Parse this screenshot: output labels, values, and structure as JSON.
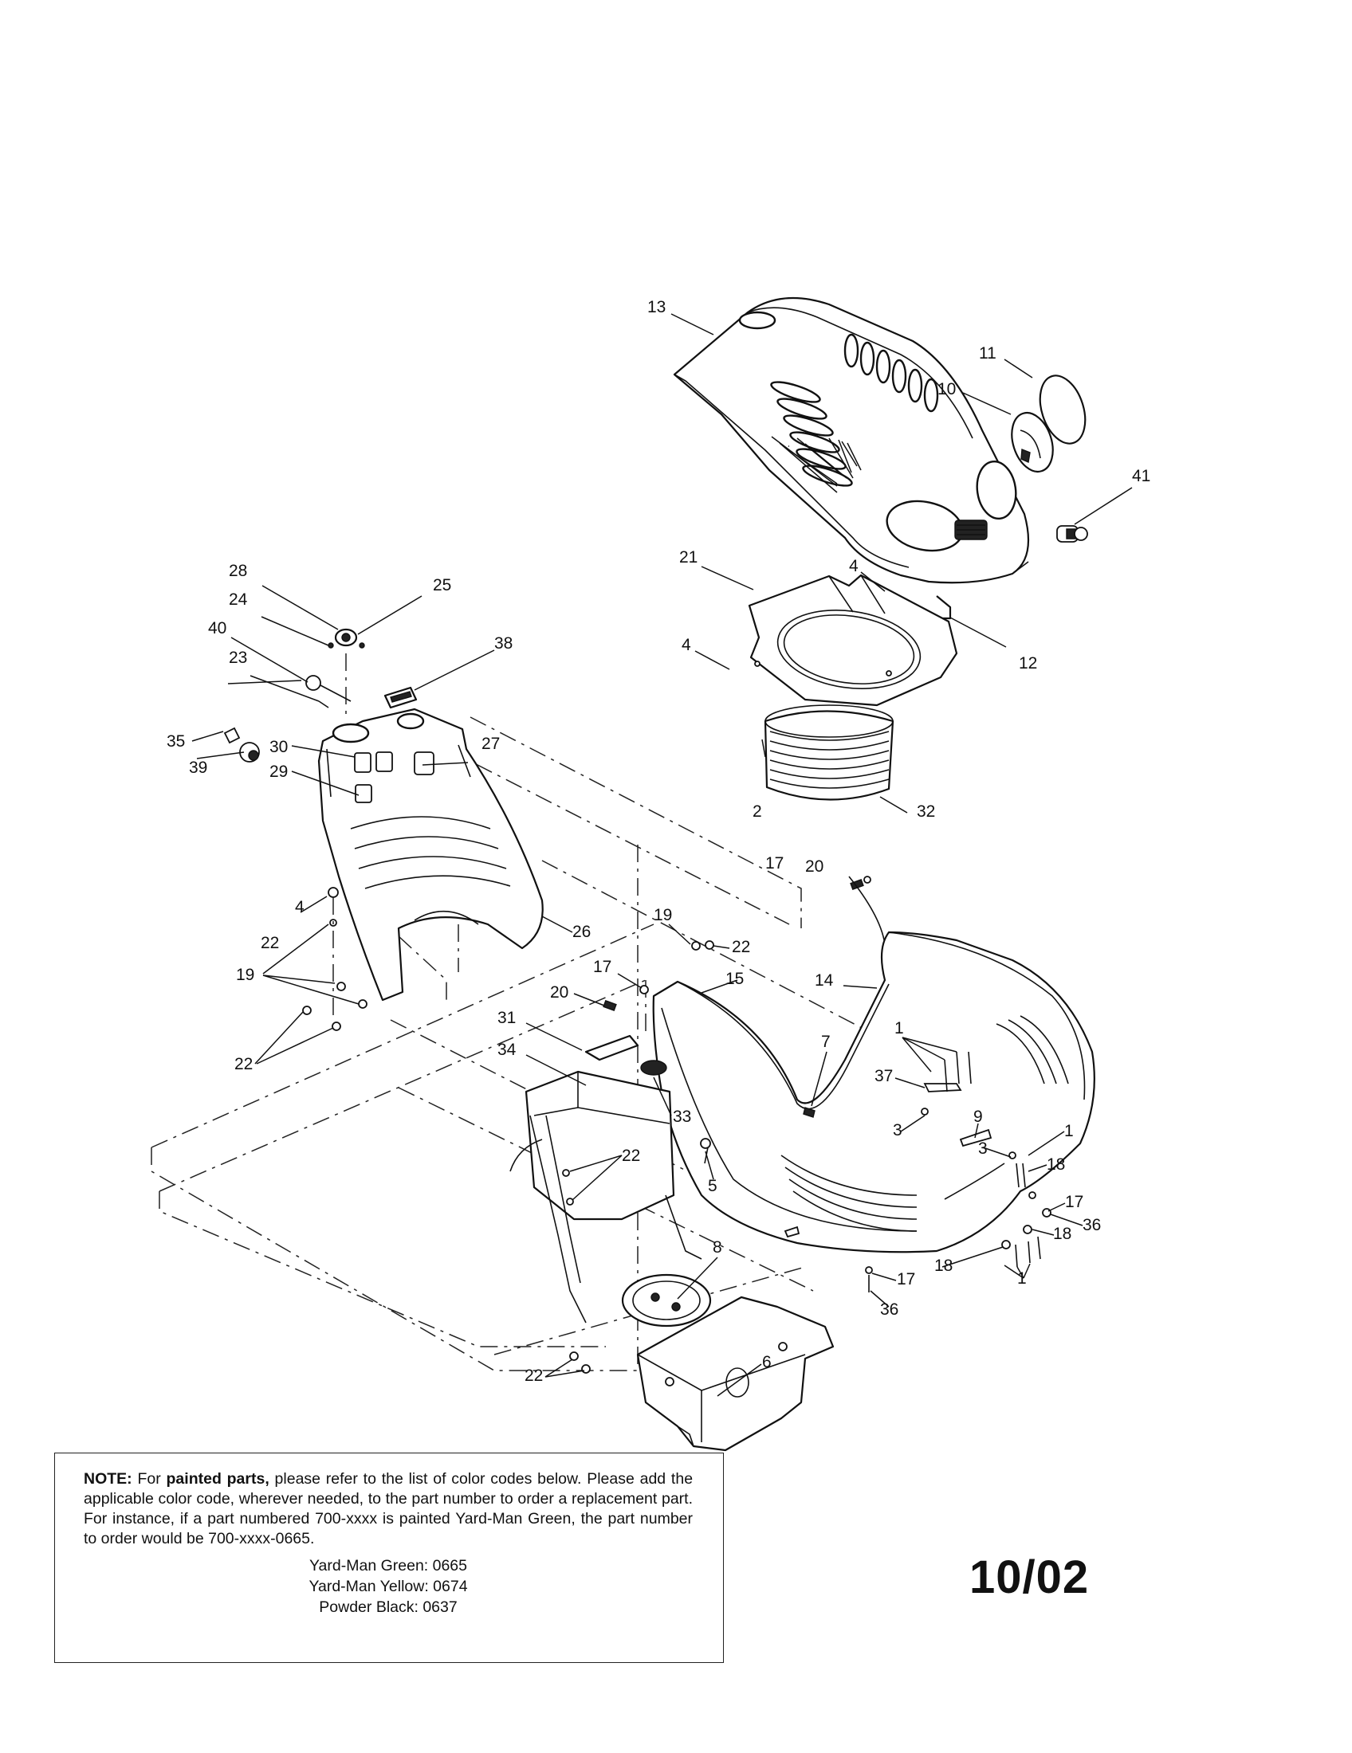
{
  "callouts": [
    "13",
    "11",
    "10",
    "41",
    "21",
    "4",
    "12",
    "4",
    "28",
    "24",
    "25",
    "40",
    "38",
    "23",
    "35",
    "39",
    "30",
    "27",
    "29",
    "32",
    "2",
    "17",
    "20",
    "4",
    "19",
    "22",
    "22",
    "26",
    "14",
    "19",
    "20",
    "17",
    "15",
    "31",
    "34",
    "7",
    "1",
    "37",
    "22",
    "22",
    "33",
    "3",
    "9",
    "1",
    "18",
    "3",
    "5",
    "17",
    "36",
    "18",
    "8",
    "18",
    "17",
    "1",
    "36",
    "6",
    "22"
  ],
  "note": {
    "label": "NOTE:",
    "text_1": "For",
    "bold_phrase": "painted parts,",
    "text_2": "please refer to the list of color codes below. Please add the applicable color code, wherever needed, to the part number to order a replacement part. For instance, if a part numbered 700-xxxx is painted Yard-Man Green, the part number to order would be 700-xxxx-0665.",
    "color_codes": [
      "Yard-Man Green: 0665",
      "Yard-Man Yellow: 0674",
      "Powder Black: 0637"
    ]
  },
  "date_code": "10/02"
}
